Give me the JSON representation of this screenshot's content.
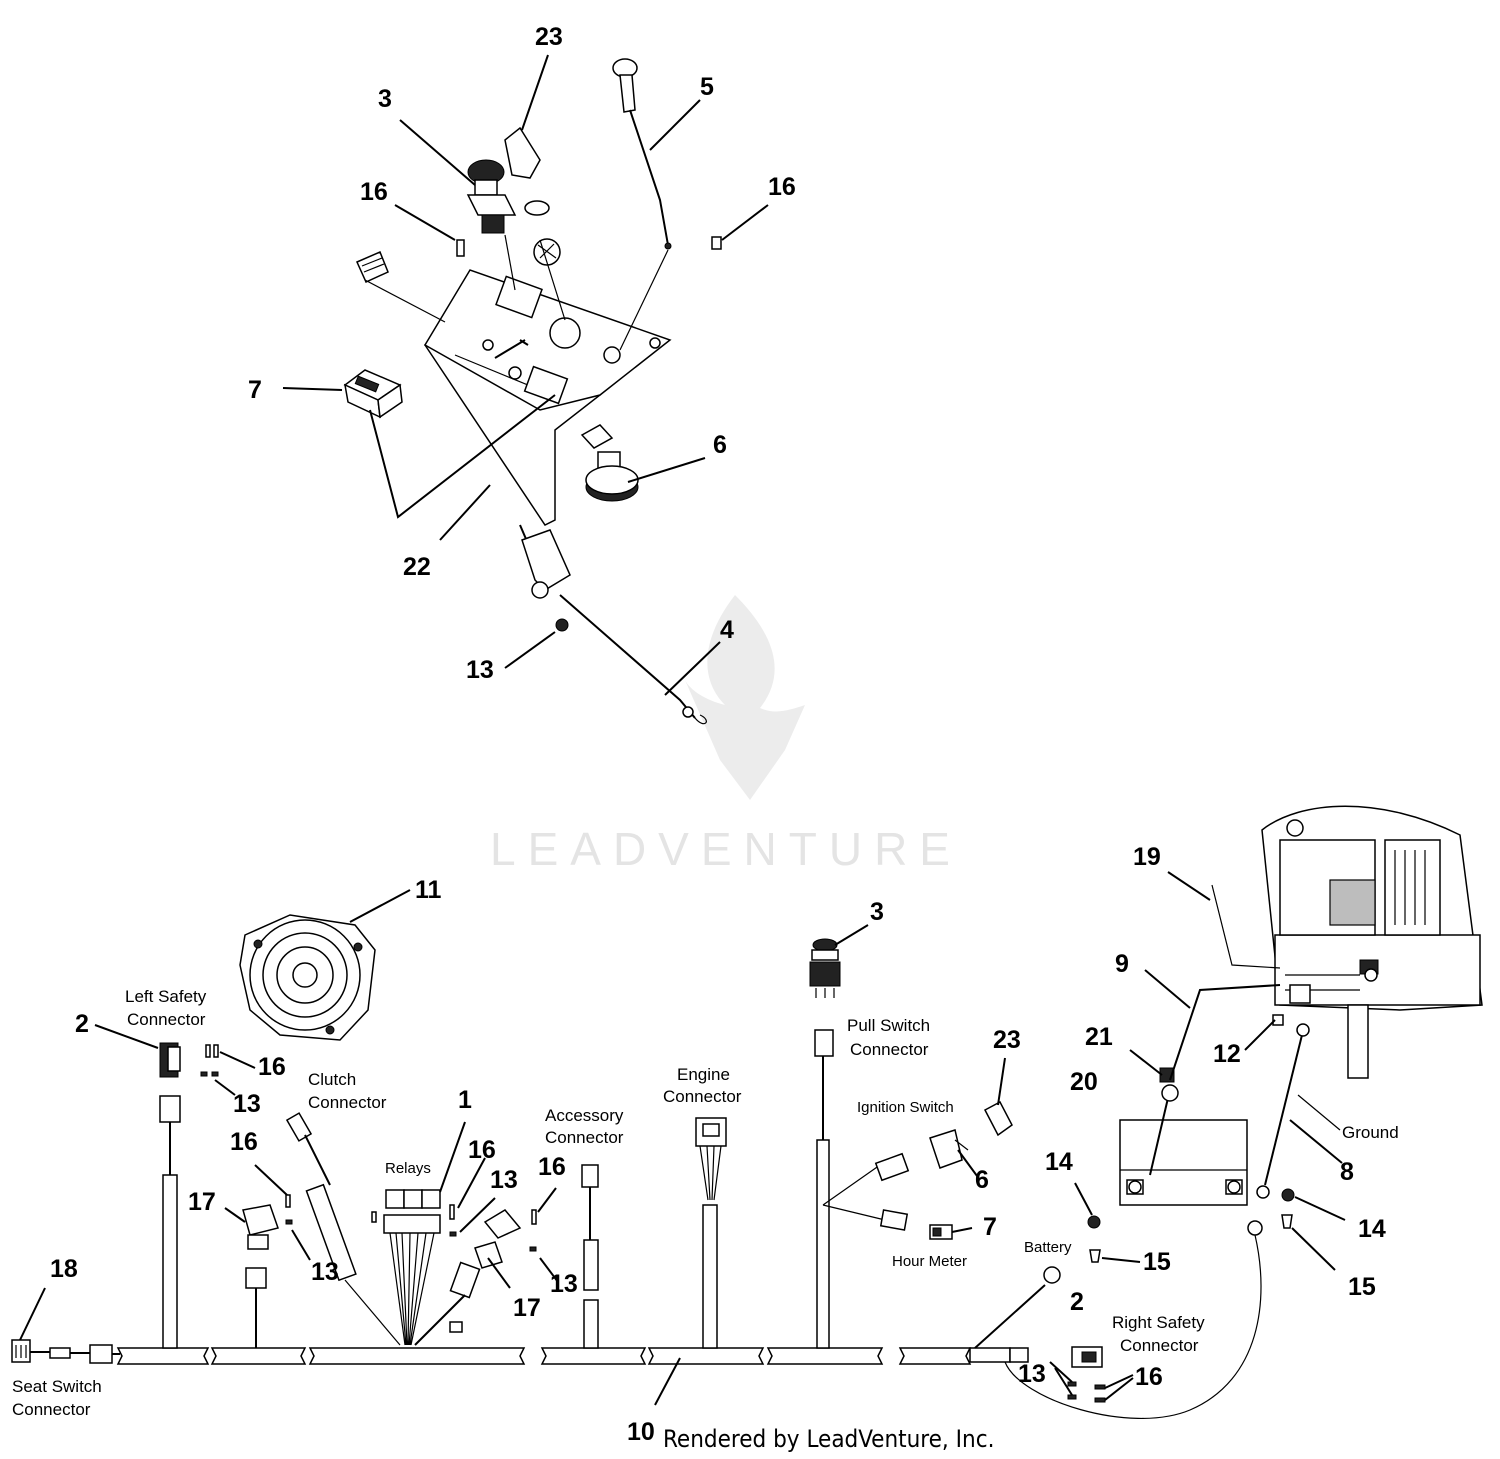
{
  "watermark": {
    "brand": "LEADVENTURE",
    "credit": "Rendered by LeadVenture, Inc."
  },
  "callouts": {
    "c1": "1",
    "c2a": "2",
    "c2b": "2",
    "c3a": "3",
    "c3b": "3",
    "c4": "4",
    "c5": "5",
    "c6a": "6",
    "c6b": "6",
    "c7a": "7",
    "c7b": "7",
    "c8": "8",
    "c9": "9",
    "c10": "10",
    "c11": "11",
    "c12": "12",
    "c13a": "13",
    "c13b": "13",
    "c13c": "13",
    "c13d": "13",
    "c13e": "13",
    "c13f": "13",
    "c14a": "14",
    "c14b": "14",
    "c15a": "15",
    "c15b": "15",
    "c16a": "16",
    "c16b": "16",
    "c16c": "16",
    "c16d": "16",
    "c16e": "16",
    "c16f": "16",
    "c16g": "16",
    "c17a": "17",
    "c17b": "17",
    "c18": "18",
    "c19": "19",
    "c20": "20",
    "c21": "21",
    "c22": "22",
    "c23a": "23",
    "c23b": "23"
  },
  "labels": {
    "left_safety_1": "Left Safety",
    "left_safety_2": "Connector",
    "clutch_1": "Clutch",
    "clutch_2": "Connector",
    "relays": "Relays",
    "accessory_1": "Accessory",
    "accessory_2": "Connector",
    "engine_1": "Engine",
    "engine_2": "Connector",
    "pull_switch_1": "Pull Switch",
    "pull_switch_2": "Connector",
    "ignition_switch": "Ignition Switch",
    "hour_meter": "Hour Meter",
    "battery": "Battery",
    "ground": "Ground",
    "right_safety_1": "Right Safety",
    "right_safety_2": "Connector",
    "seat_switch_1": "Seat Switch",
    "seat_switch_2": "Connector"
  },
  "colors": {
    "ink": "#000000",
    "watermark": "#e4e4e4",
    "background": "#ffffff"
  }
}
